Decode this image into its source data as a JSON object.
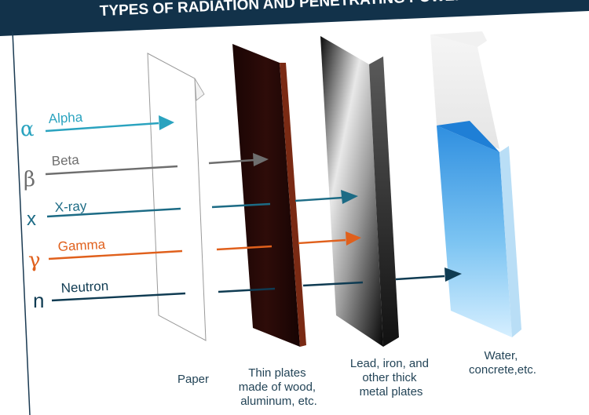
{
  "title": "TYPES OF RADIATION AND PENETRATING POWER",
  "radiations": [
    {
      "id": "alpha",
      "symbol": "α",
      "name": "Alpha",
      "color": "#2aa3bf"
    },
    {
      "id": "beta",
      "symbol": "β",
      "name": "Beta",
      "color": "#6e6e6e"
    },
    {
      "id": "xray",
      "symbol": "x",
      "name": "X-ray",
      "color": "#1c6b85"
    },
    {
      "id": "gamma",
      "symbol": "γ",
      "name": "Gamma",
      "color": "#e0601c"
    },
    {
      "id": "neutron",
      "symbol": "n",
      "name": "Neutron",
      "color": "#0f3b52"
    }
  ],
  "barriers": [
    {
      "id": "paper",
      "label_lines": [
        "Paper"
      ]
    },
    {
      "id": "wood",
      "label_lines": [
        "Thin plates",
        "made of wood,",
        "aluminum, etc."
      ]
    },
    {
      "id": "lead",
      "label_lines": [
        "Lead, iron, and",
        "other thick",
        "metal plates"
      ]
    },
    {
      "id": "water",
      "label_lines": [
        "Water,",
        "concrete,etc."
      ]
    }
  ],
  "colors": {
    "banner": "#12324a",
    "border": "#1a3a52",
    "label_text": "#234457",
    "wood": "#2a0a08",
    "water": "#3ba0e6"
  }
}
